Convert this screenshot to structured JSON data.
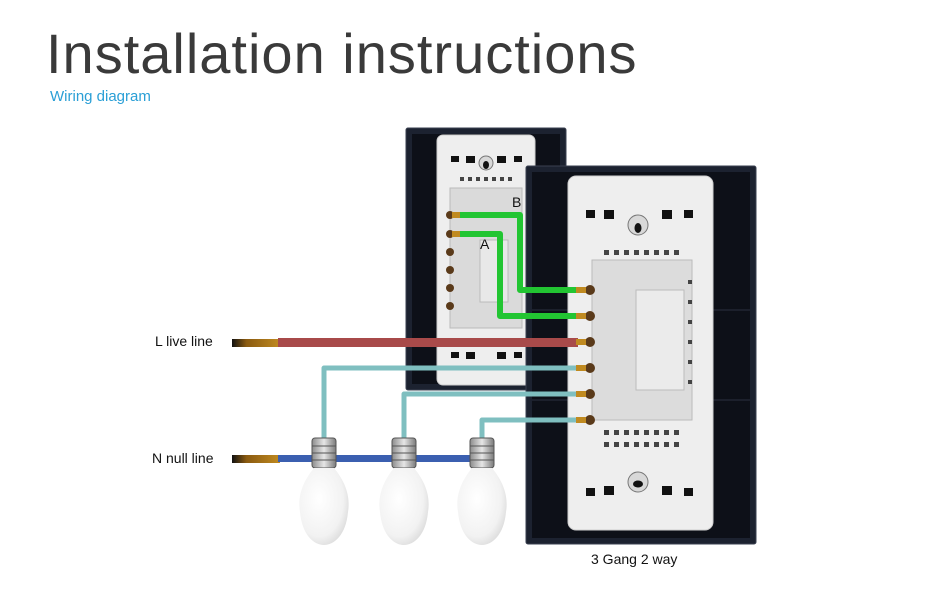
{
  "header": {
    "title": "Installation instructions",
    "subtitle": "Wiring diagram"
  },
  "labels": {
    "live_line": "L live line",
    "null_line": "N null line",
    "switch_model": "3 Gang 2 way",
    "terminal_a": "A",
    "terminal_b": "B"
  },
  "colors": {
    "live_wire": "#a84a4a",
    "null_wire": "#3b5fb0",
    "load_wire": "#7fbfc0",
    "traveler_wire": "#22c532",
    "panel_frame": "#1c2230",
    "subtitle": "#2a9fd6"
  }
}
